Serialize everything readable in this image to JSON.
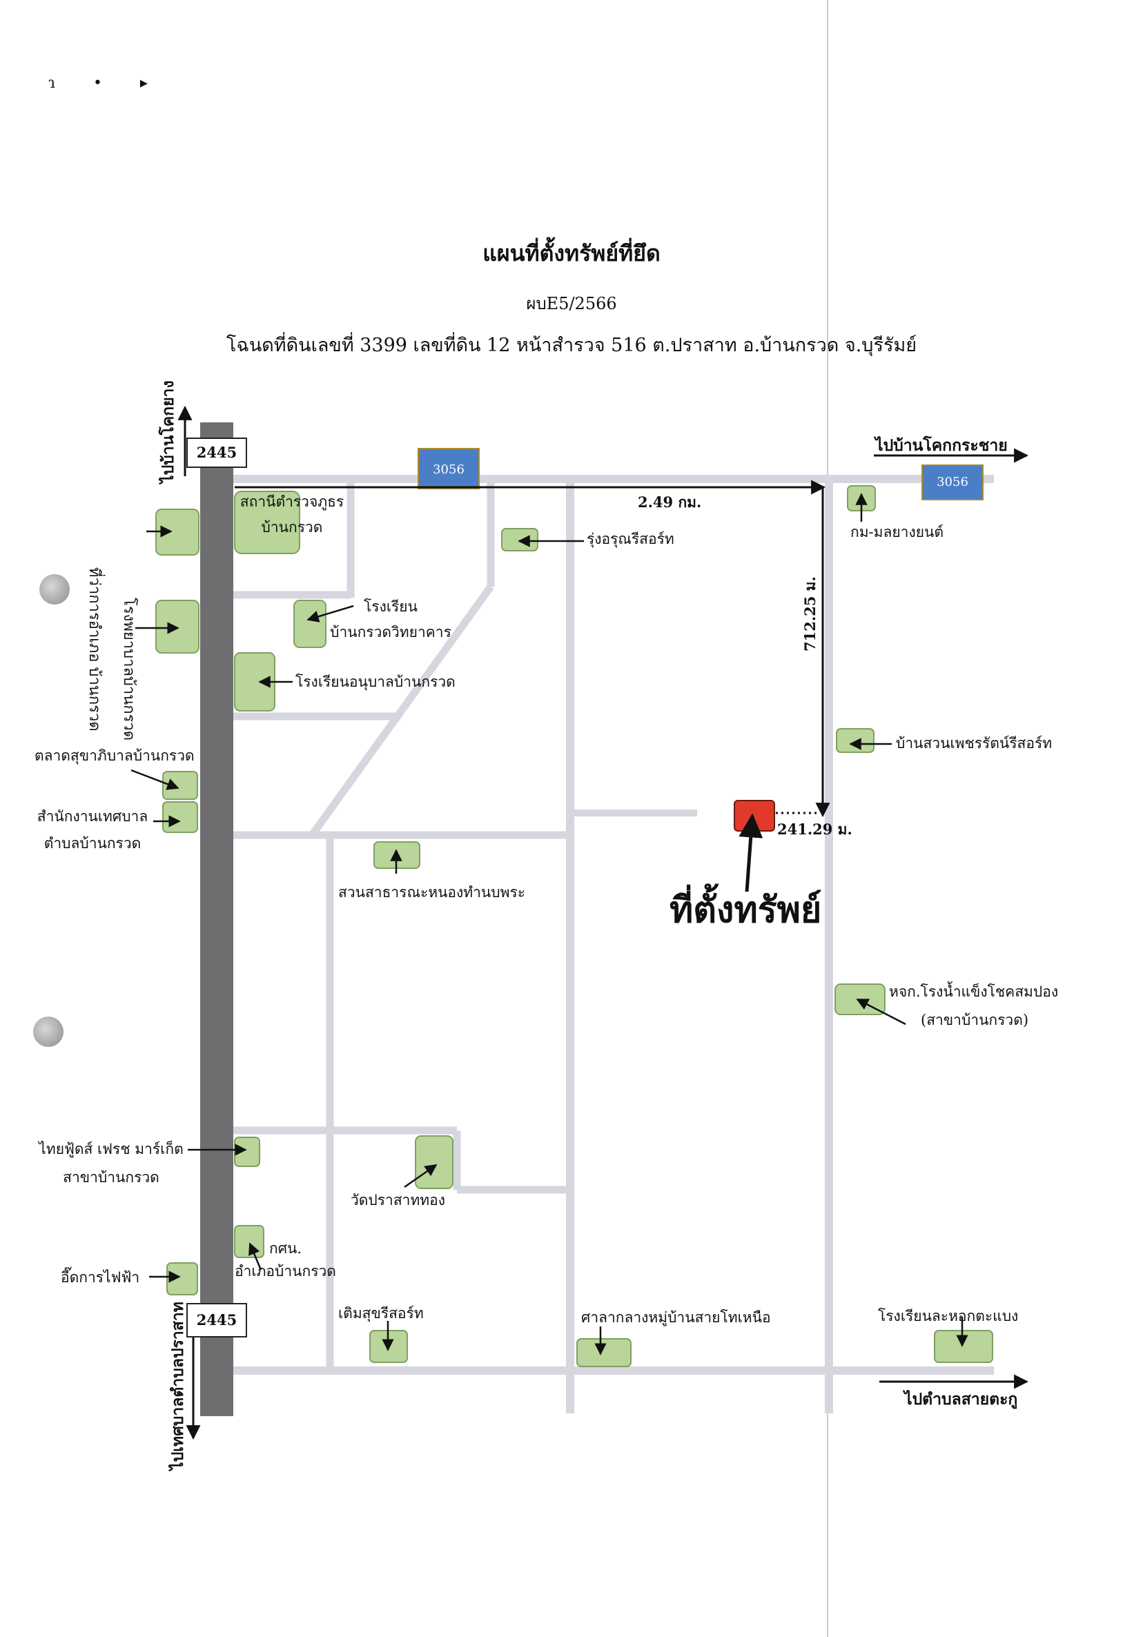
{
  "header": {
    "title": "แผนที่ตั้งทรัพย์ที่ยึด",
    "case_no": "ผบE5/2566",
    "deed": "โฉนดที่ดินเลขที่ 3399 เลขที่ดิน 12 หน้าสำรวจ 516 ต.ปราสาท อ.บ้านกรวด จ.บุรีรัมย์"
  },
  "colors": {
    "road": "#d6d6de",
    "highway": "#6e6e70",
    "landmark_fill": "#b9d59a",
    "landmark_stroke": "#7fa060",
    "route_badge": "#4a7fc8",
    "property": "#e23a2a"
  },
  "roads": {
    "highway": "2445",
    "route": "3056"
  },
  "directions": {
    "north": "ไปบ้านโคกยาง",
    "east_top": "ไปบ้านโคกกระชาย",
    "east_bottom": "ไปตำบลสายตะกู",
    "south": "ไปเทศบาลตำบลปราสาท"
  },
  "distances": {
    "horizontal": "2.49 กม.",
    "vertical": "712.25 ม.",
    "to_property": "241.29 ม."
  },
  "property_label": "ที่ตั้งทรัพย์",
  "landmarks": {
    "police_line1": "สถานีตำรวจภูธร",
    "police_line2": "บ้านกรวด",
    "district_office": "ที่ว่าการอำเภอ บ้านกรวด",
    "hospital": "โรงพยาบาลบ้านกรวด",
    "resort_rung": "รุ่งอรุณรีสอร์ท",
    "km_yamaha": "กม-มลยางยนต์",
    "school1_line1": "โรงเรียน",
    "school1_line2": "บ้านกรวดวิทยาคาร",
    "kindergarten": "โรงเรียนอนุบาลบ้านกรวด",
    "market": "ตลาดสุขาภิบาลบ้านกรวด",
    "municipal_line1": "สำนักงานเทศบาล",
    "municipal_line2": "ตำบลบ้านกรวด",
    "park": "สวนสาธารณะหนองทำนบพระ",
    "resort_petch": "บ้านสวนเพชรรัตน์รีสอร์ท",
    "ice_line1": "หจก.โรงน้ำแข็งโชคสมปอง",
    "ice_line2": "(สาขาบ้านกรวด)",
    "thaifoods_line1": "ไทยฟู้ดส์ เฟรช มาร์เก็ต",
    "thaifoods_line2": "สาขาบ้านกรวด",
    "temple": "วัดปราสาททอง",
    "gsn_line1": "กศน.",
    "gsn_line2": "อำเภอบ้านกรวด",
    "electric": "อี๊ดการไฟฟ้า",
    "resort_toem": "เติมสุขรีสอร์ท",
    "sala": "ศาลากลางหมู่บ้านสายโทเหนือ",
    "school_lahok": "โรงเรียนละหอกตะแบง"
  },
  "corner_marks": "ɿ • ▸"
}
